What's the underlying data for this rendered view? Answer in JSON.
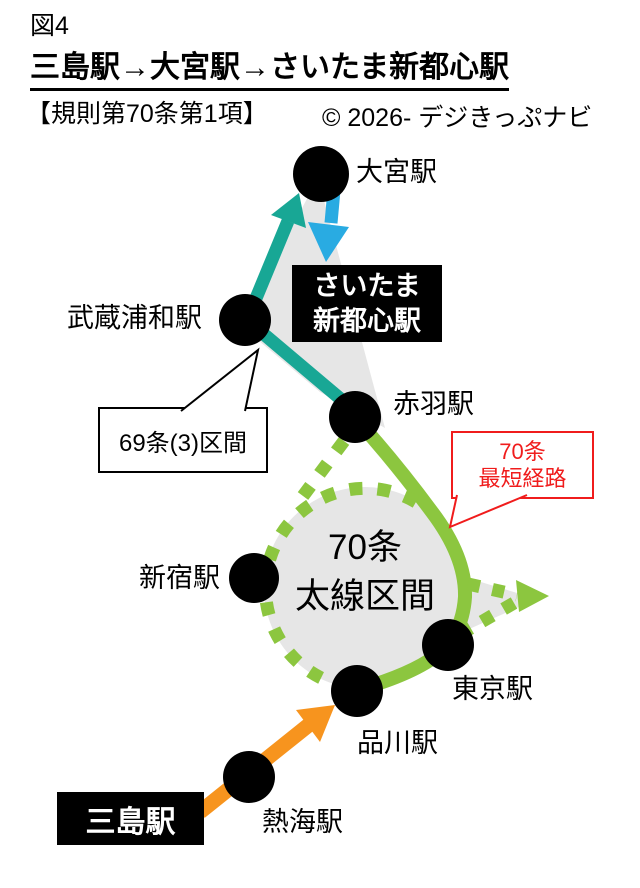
{
  "figure": {
    "number": "図4",
    "title": "三島駅→大宮駅→さいたま新都心駅",
    "rule_reference": "【規則第70条第1項】",
    "copyright": "© 2026- デジきっぷナビ"
  },
  "stations": {
    "omiya": "大宮駅",
    "musashi_urawa": "武蔵浦和駅",
    "akabane": "赤羽駅",
    "shinjuku": "新宿駅",
    "tokyo": "東京駅",
    "shinagawa": "品川駅",
    "atami": "熱海駅",
    "saitama_shintoshin": [
      "さいたま",
      "新都心駅"
    ],
    "mishima": "三島駅"
  },
  "callouts": {
    "section69": "69条(3)区間",
    "section70": [
      "70条",
      "最短経路"
    ]
  },
  "zone": {
    "label": [
      "70条",
      "太線区間"
    ]
  },
  "colors": {
    "zone_70_bold_line_green": "#8cc63f",
    "section_69_teal": "#18a795",
    "omiya_saitama_blue": "#29abe2",
    "tokaido_orange": "#f7941e",
    "highlight_red": "#f01c1c",
    "zone_fill_gray": "#e6e6e6",
    "station_dot_black": "#000000"
  }
}
